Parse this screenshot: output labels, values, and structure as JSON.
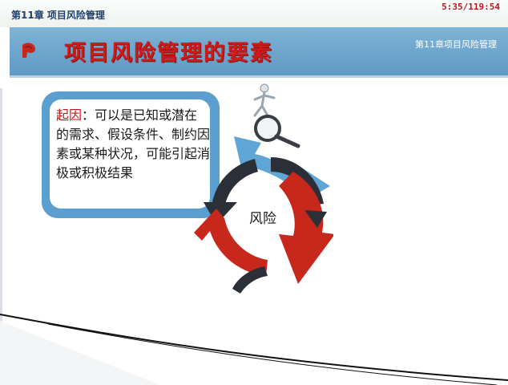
{
  "header": {
    "chapter": "第11章 项目风险管理",
    "timer": "5:35/119:54"
  },
  "slide": {
    "title": "项目风险管理的要素",
    "section_tag": "第11章项目风险管理",
    "cause_key": "起因",
    "cause_text": "：可以是已知或潜在的需求、假设条件、制约因素或某种状况，可能引起消极或积极结果",
    "center_label": "风险"
  },
  "colors": {
    "title_red": "#cf1a19",
    "band_blue": "#6fa8d0",
    "arrow_red": "#c8271c",
    "arrow_dark": "#2b2f38",
    "arrow_blue": "#5fa5d6"
  }
}
